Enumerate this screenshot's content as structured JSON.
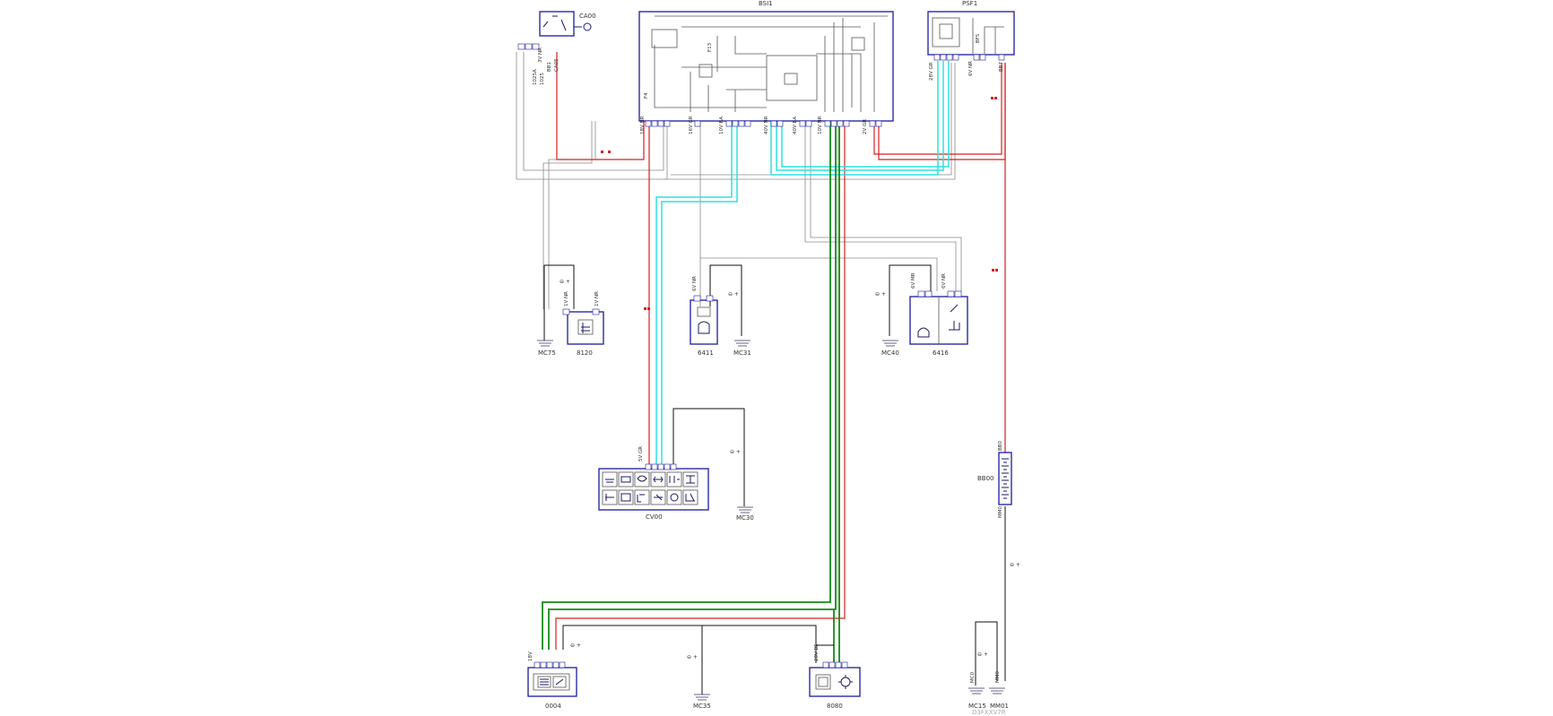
{
  "components": {
    "bsi": "BSI1",
    "psf": "PSF1",
    "antitheft": "CA00",
    "sensor_left": "8120",
    "sensor_mid": "6411",
    "sensor_right": "6416",
    "switch_module": "CV00",
    "battery": "BB00",
    "display": "0004",
    "module_bottom": "8080"
  },
  "grounds": {
    "g1": "MC75",
    "g2": "MC31",
    "g3": "MC40",
    "g4": "MC30",
    "g5": "MC35",
    "g6": "MC15",
    "g7": "MM01"
  },
  "wire_labels": {
    "ca00_conn": "3V NR",
    "ca00_w1": "1025A",
    "ca00_w2": "1025",
    "ca00_w3": "BB1",
    "ca00_w4": "CA05",
    "bsi_c1": "18V NR",
    "bsi_c2": "16V GR",
    "bsi_c3": "10V BA",
    "bsi_c4": "40V NR",
    "bsi_c5": "40V BA",
    "bsi_c6": "10V NR",
    "bsi_c7": "2V GR",
    "psf_c1": "28V GR",
    "psf_c2": "6V NR",
    "psf_w1": "BF5",
    "psf_w2": "BB7",
    "s8120_a": "1V NR",
    "s8120_b": "1V NR",
    "s6411": "6V NR",
    "s6416_a": "6V MR",
    "s6416_b": "6V NR",
    "cv00": "5V GR",
    "bb00_pos": "BB0",
    "bb00_neg": "MM0",
    "d0004": "18V",
    "m8080": "28V BE",
    "mc15_w": "MC0",
    "mm01_w": "MM0"
  },
  "ground_mark": "⊖ +",
  "footer_code": "D3FXXV7R"
}
